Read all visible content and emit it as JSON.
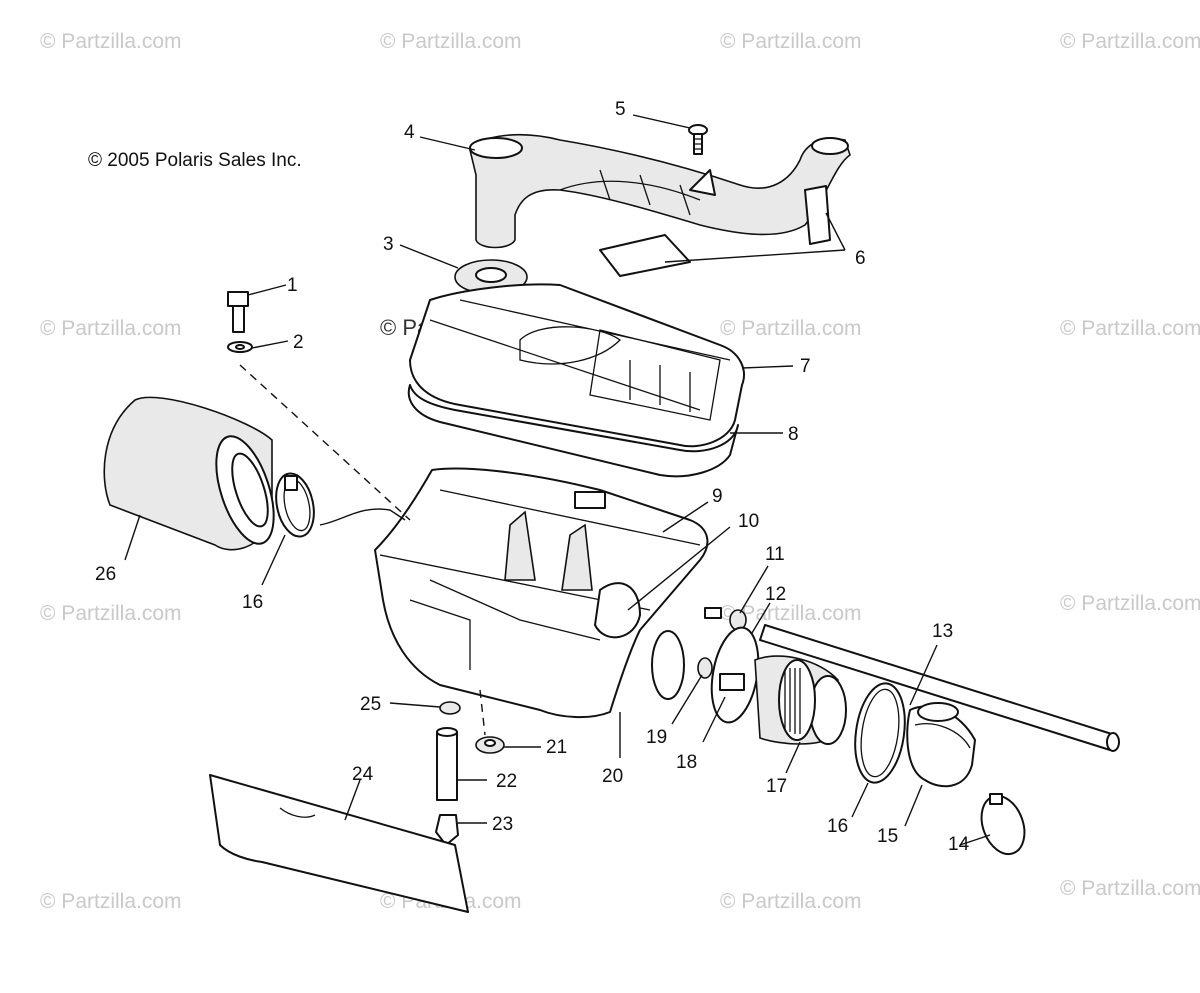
{
  "copyright": "© 2005 Polaris Sales Inc.",
  "watermark": "© Partzilla.com",
  "callouts": {
    "n1": "1",
    "n2": "2",
    "n3": "3",
    "n4": "4",
    "n5": "5",
    "n6": "6",
    "n7": "7",
    "n8": "8",
    "n9": "9",
    "n10": "10",
    "n11": "11",
    "n12": "12",
    "n13": "13",
    "n14": "14",
    "n15": "15",
    "n16a": "16",
    "n16b": "16",
    "n17": "17",
    "n18": "18",
    "n19": "19",
    "n20": "20",
    "n21": "21",
    "n22": "22",
    "n23": "23",
    "n24": "24",
    "n25": "25",
    "n26": "26"
  }
}
